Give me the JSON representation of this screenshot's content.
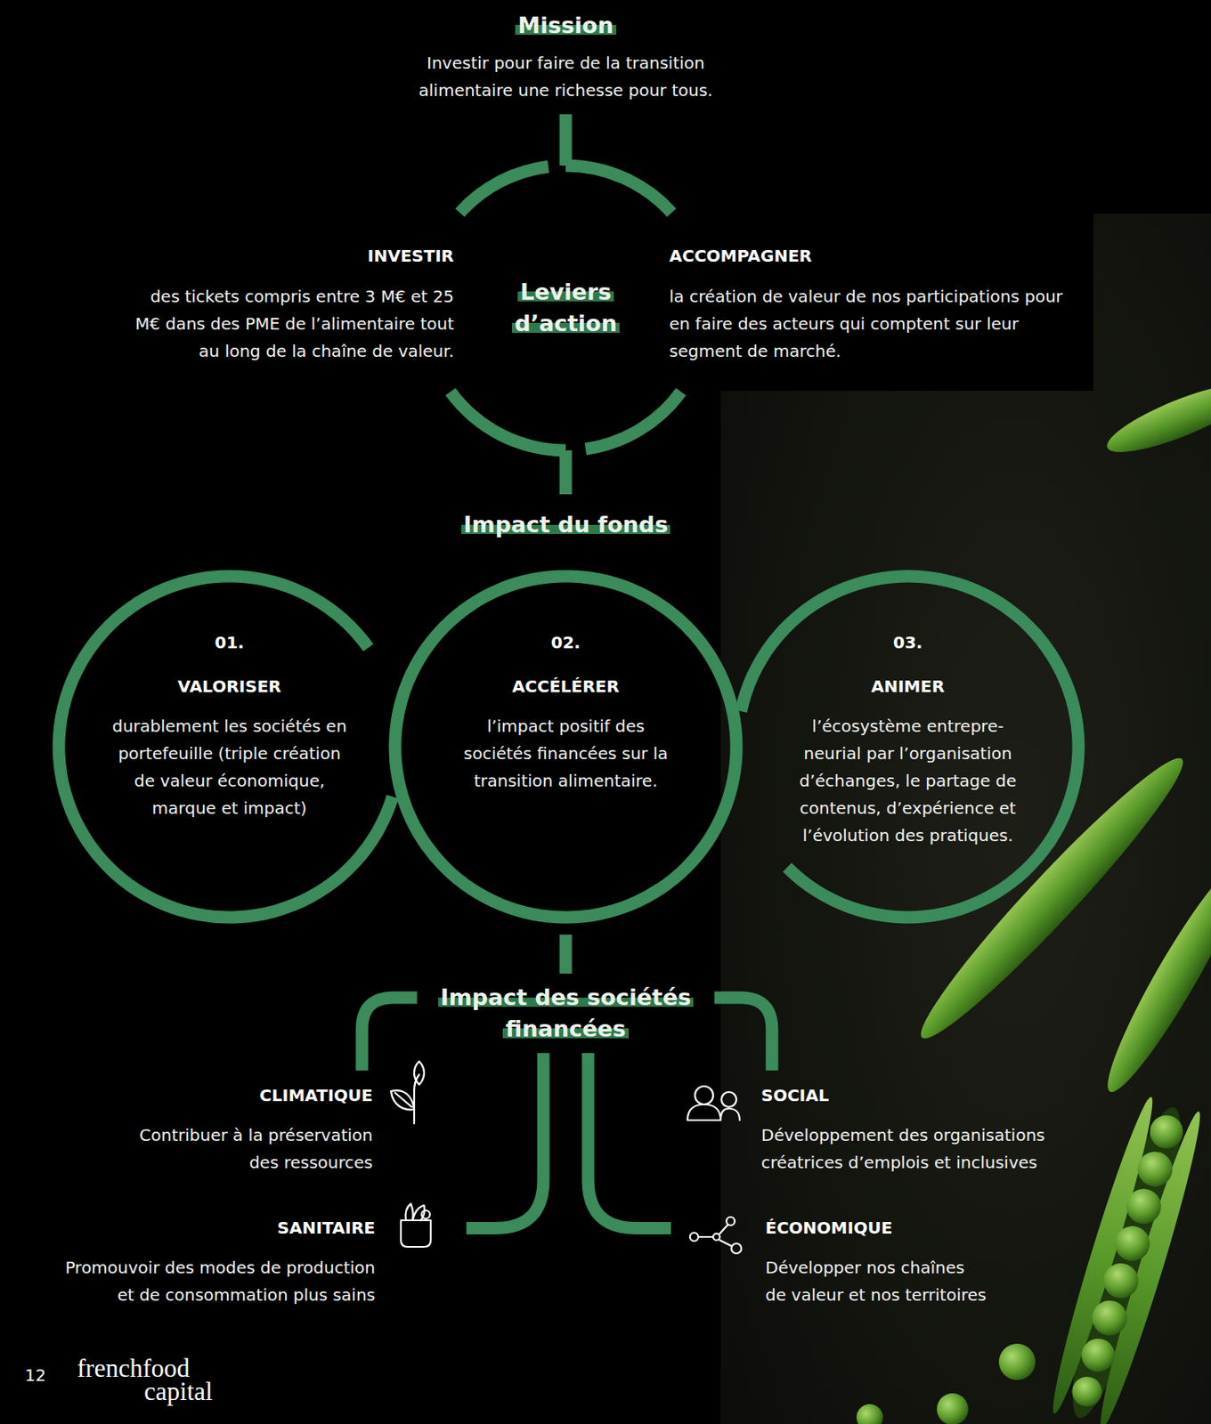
{
  "diagram": {
    "nodes": [
      {
        "text": [
          "Mission",
          "Investir pour faire de la transition alimentaire une richesse pour tous."
        ]
      },
      {
        "text": [
          "Leviers d’action"
        ]
      },
      {
        "text": [
          "INVESTIR",
          "des tickets compris entre 3 M€ et 25 M€ dans des PME de l’alimentaire tout au long de la chaîne de valeur."
        ]
      },
      {
        "text": [
          "ACCOMPAGNER",
          "la création de valeur de nos participations pour en faire des acteurs qui comptent sur leur segment de marché."
        ]
      },
      {
        "text": [
          "Impact du fonds"
        ]
      },
      {
        "text": [
          "01.",
          "VALORISER",
          "durablement les sociétés en portefeuille (triple création de valeur économique, marque et impact)"
        ]
      },
      {
        "text": [
          "02.",
          "ACCÉLÉRER",
          "l’impact positif des sociétés financées sur la transition alimentaire."
        ]
      },
      {
        "text": [
          "03.",
          "ANIMER",
          "l’écosystème entrepre- neurial par l’organisation d’échanges, le partage de contenus, d’expérience et l’évolution des pratiques."
        ]
      },
      {
        "text": [
          "Impact des sociétés financées"
        ]
      },
      {
        "text": [
          "CLIMATIQUE",
          "Contribuer à la préservation des ressources"
        ]
      },
      {
        "text": [
          "SOCIAL",
          "Développement des organisations créatrices d’emplois et inclusives"
        ]
      },
      {
        "text": [
          "SANITAIRE",
          "Promouvoir des modes de production et de consommation plus sains"
        ]
      },
      {
        "text": [
          "ÉCONOMIQUE",
          "Développer nos chaînes de valeur et nos territoires"
        ]
      }
    ],
    "edges": [
      {
        "from": 0,
        "to": 1,
        "arrow": "none"
      },
      {
        "from": 1,
        "to": 4,
        "arrow": "none"
      },
      {
        "from": 6,
        "to": 8,
        "arrow": "none"
      },
      {
        "from": 8,
        "to": 9,
        "arrow": "none"
      },
      {
        "from": 8,
        "to": 10,
        "arrow": "none"
      },
      {
        "from": 8,
        "to": 11,
        "arrow": "none"
      },
      {
        "from": 8,
        "to": 12,
        "arrow": "none"
      }
    ],
    "labels": [
      "12",
      "frenchfood",
      "capital"
    ]
  }
}
